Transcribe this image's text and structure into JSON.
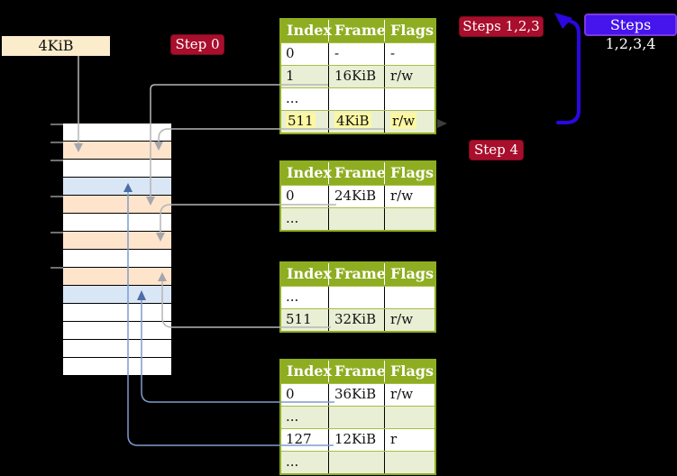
{
  "colors": {
    "background": "#000000",
    "table-header": "#8fad21",
    "table-row-green": "#e9efd5",
    "highlight-yellow": "#fcf7a2",
    "frame-peach": "#fde4cb",
    "frame-blue": "#d9e6f5",
    "badge-red": "#a90e2d",
    "badge-blue": "#4614ec",
    "arrow-blue": "#2c07df",
    "connector-gray": "#b5b5b5",
    "connector-blue": "#7f9cce",
    "box-tan": "#fbeccb"
  },
  "legend": {
    "frame_size": "4KiB"
  },
  "badges": {
    "step0": "Step 0",
    "steps123": "Steps 1,2,3",
    "steps1234": "Steps 1,2,3,4",
    "step4": "Step 4"
  },
  "memory_strip": {
    "rows": [
      "white",
      "peach",
      "white",
      "blue",
      "peach",
      "white",
      "peach",
      "white",
      "peach",
      "blue",
      "white",
      "white",
      "white",
      "white"
    ],
    "tick_offsets": [
      0,
      20,
      40,
      80,
      120,
      159
    ]
  },
  "page_tables": [
    {
      "headers": [
        "Index",
        "Frame",
        "Flags"
      ],
      "rows": [
        {
          "index": "0",
          "frame": "-",
          "flags": "-",
          "highlight": false
        },
        {
          "index": "1",
          "frame": "16KiB",
          "flags": "r/w",
          "highlight": false
        },
        {
          "index": "...",
          "frame": "",
          "flags": "",
          "highlight": false
        },
        {
          "index": "511",
          "frame": "4KiB",
          "flags": "r/w",
          "highlight": true
        }
      ]
    },
    {
      "headers": [
        "Index",
        "Frame",
        "Flags"
      ],
      "rows": [
        {
          "index": "0",
          "frame": "24KiB",
          "flags": "r/w",
          "highlight": false
        },
        {
          "index": "...",
          "frame": "",
          "flags": "",
          "highlight": false
        }
      ]
    },
    {
      "headers": [
        "Index",
        "Frame",
        "Flags"
      ],
      "rows": [
        {
          "index": "...",
          "frame": "",
          "flags": "",
          "highlight": false
        },
        {
          "index": "511",
          "frame": "32KiB",
          "flags": "r/w",
          "highlight": false
        }
      ]
    },
    {
      "headers": [
        "Index",
        "Frame",
        "Flags"
      ],
      "rows": [
        {
          "index": "0",
          "frame": "36KiB",
          "flags": "r/w",
          "highlight": false
        },
        {
          "index": "...",
          "frame": "",
          "flags": "",
          "highlight": false
        },
        {
          "index": "127",
          "frame": "12KiB",
          "flags": "r",
          "highlight": false
        },
        {
          "index": "...",
          "frame": "",
          "flags": "",
          "highlight": false
        }
      ]
    }
  ]
}
